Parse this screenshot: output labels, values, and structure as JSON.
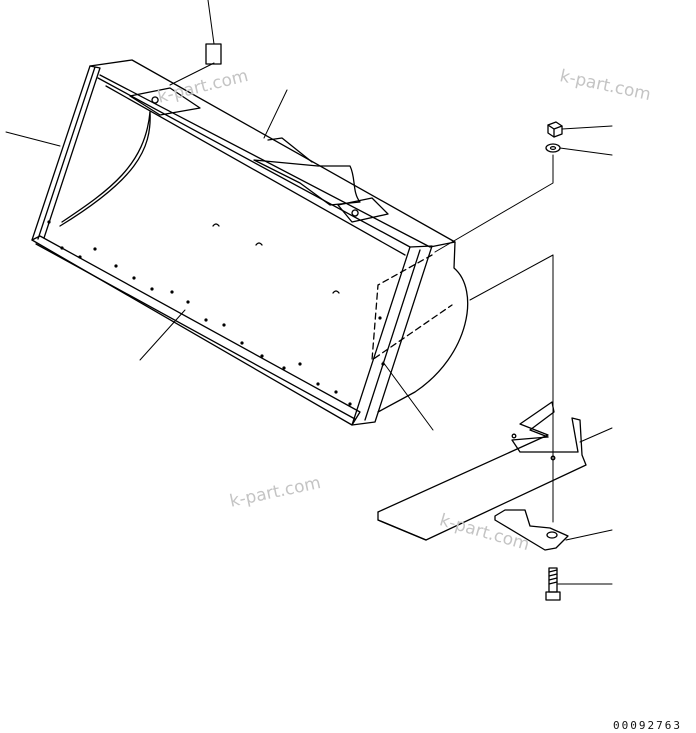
{
  "watermarks": [
    "k-part.com",
    "k-part.com",
    "k-part.com",
    "k-part.com"
  ],
  "drawing_number": "00092763",
  "parts": [
    "bucket",
    "label-plate",
    "nut",
    "washer",
    "side-cutter",
    "side-cutter-plate",
    "bolt"
  ],
  "line_color": "#000000",
  "watermark_color": "#c4c4c4"
}
